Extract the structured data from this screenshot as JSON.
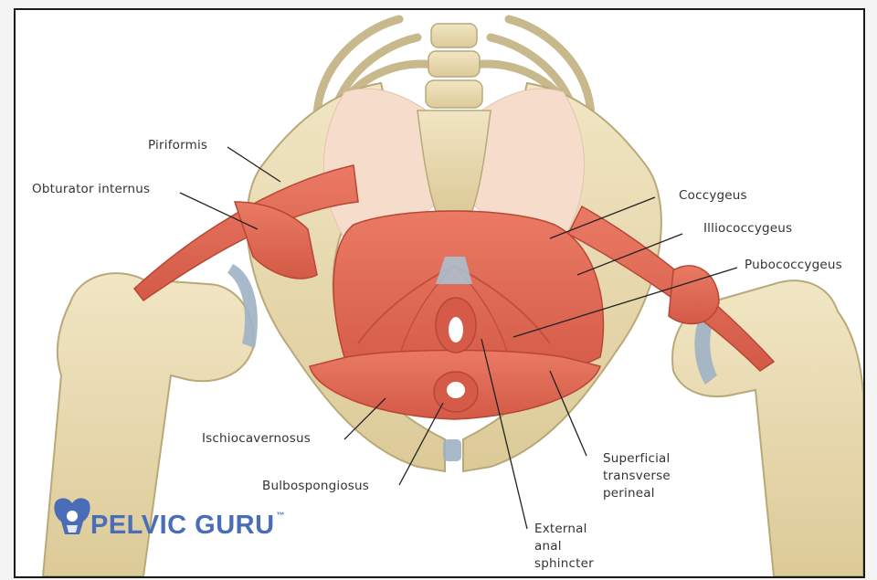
{
  "labels": {
    "piriformis": "Piriformis",
    "obturator_internus": "Obturator internus",
    "coccygeus": "Coccygeus",
    "illiococcygeus": "Illiococcygeus",
    "pubococcygeus": "Pubococcygeus",
    "ischiocavernosus": "Ischiocavernosus",
    "bulbospongiosus": "Bulbospongiosus",
    "superficial_transverse_perineal": [
      "Superficial",
      "transverse",
      "perineal"
    ],
    "external_anal_sphincter": [
      "External",
      "anal",
      "sphincter"
    ]
  },
  "logo": {
    "text": "PELVIC GURU",
    "tm": "™",
    "icon": "pelvis-logo-icon",
    "color": "#4a6db8"
  },
  "colors": {
    "bone": "#eadcb2",
    "bone_outline": "#b9a979",
    "muscle": "#e56e5a",
    "muscle_dark": "#c9503f",
    "ligament": "#f5dccb",
    "cartilage": "#9fb1c4",
    "leader_line": "#222222"
  }
}
